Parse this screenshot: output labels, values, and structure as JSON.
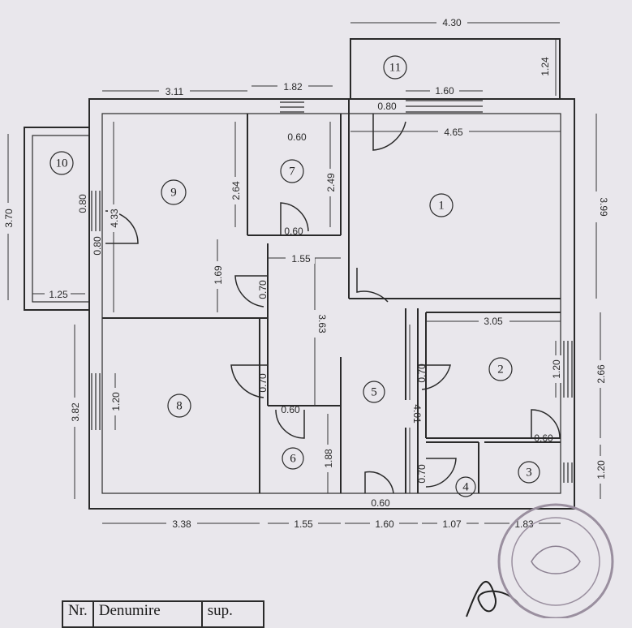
{
  "rooms": [
    "1",
    "2",
    "3",
    "4",
    "5",
    "6",
    "7",
    "8",
    "9",
    "10",
    "11"
  ],
  "dimensions": {
    "top_total": "4.30",
    "balcony11_depth": "1.24",
    "room9_width": "3.11",
    "room7_width": "1.82",
    "window_top": "1.60",
    "door_top": "0.80",
    "room1_width": "4.65",
    "room1_height": "3.99",
    "window7": "0.60",
    "room7_height": "2.49",
    "room9_height_a": "2.64",
    "room9_height_b": "4.33",
    "balcony10_height": "3.70",
    "window9": "0.80",
    "door9": "0.80",
    "balcony10_width": "1.25",
    "door7": "0.60",
    "hall_width": "1.55",
    "closet_height": "1.69",
    "door_hall": "0.70",
    "hall_height": "3.63",
    "room2_width": "3.05",
    "window2": "1.20",
    "room2_height": "2.66",
    "door2": "0.70",
    "door8": "0.70",
    "room8_height": "3.82",
    "window8": "1.20",
    "door6": "0.60",
    "hall5_height": "4.01",
    "room6_height": "1.88",
    "door2b": "0.60",
    "door4": "0.70",
    "room3_height": "1.20",
    "door5": "0.60",
    "bottom_a": "3.38",
    "bottom_b": "1.55",
    "bottom_c": "1.60",
    "bottom_d": "1.07",
    "bottom_e": "1.83"
  },
  "legend": {
    "col1": "Nr.",
    "col2": "Denumire",
    "col3": "sup."
  }
}
